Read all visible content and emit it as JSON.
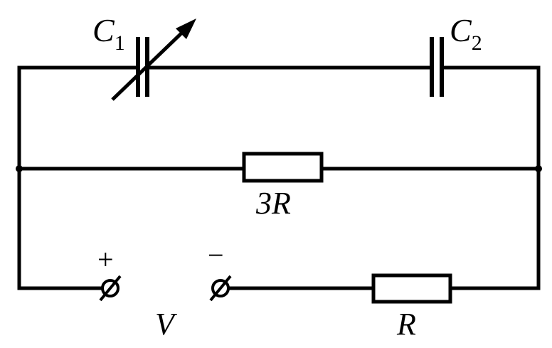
{
  "diagram": {
    "capacitor_1": {
      "letter": "C",
      "subscript": "1"
    },
    "capacitor_2": {
      "letter": "C",
      "subscript": "2"
    },
    "resistor_middle": {
      "label": "3R"
    },
    "resistor_bottom": {
      "label": "R"
    },
    "terminal_positive": {
      "sign": "+"
    },
    "terminal_negative": {
      "sign": "−"
    },
    "source": {
      "label": "V"
    }
  }
}
